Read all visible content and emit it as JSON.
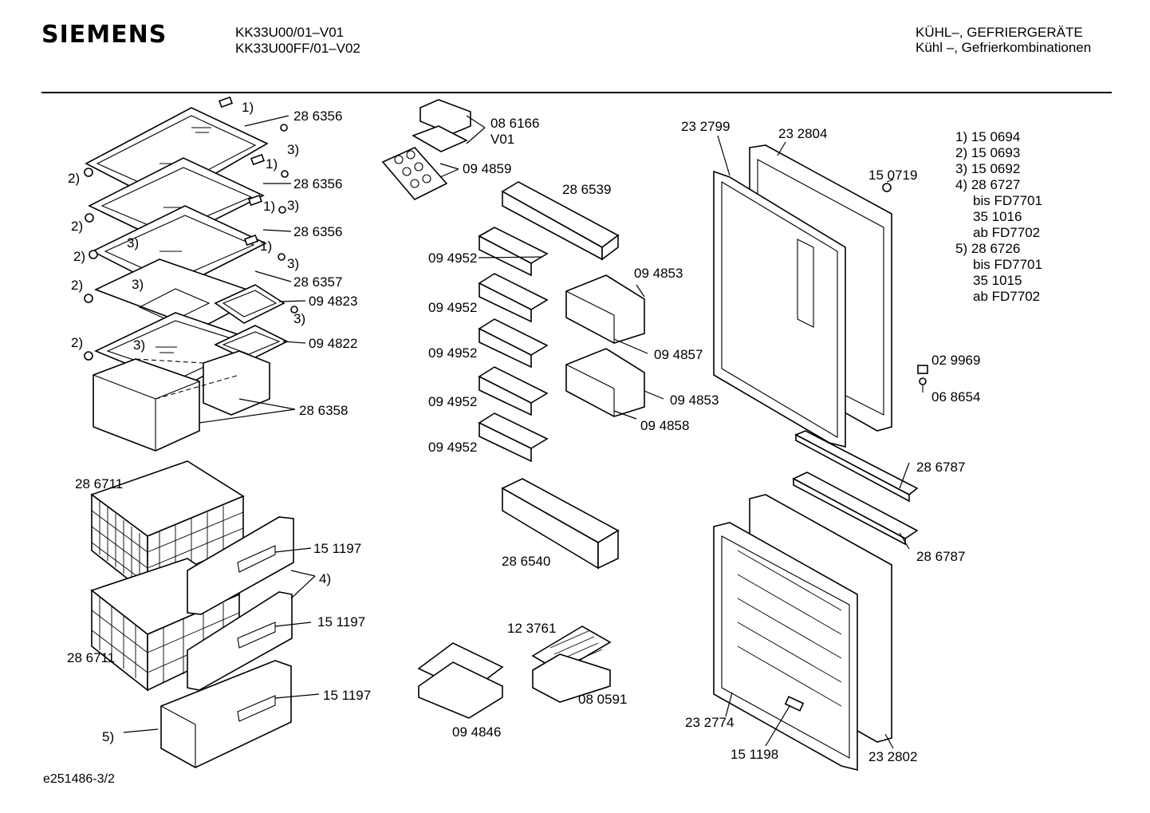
{
  "header": {
    "brand": "SIEMENS",
    "model_lines": [
      "KK33U00/01–V01",
      "KK33U00FF/01–V02"
    ],
    "category_lines": [
      "KÜHL–, GEFRIERGERÄTE",
      "Kühl –, Gefrierkombinationen"
    ]
  },
  "footer": {
    "drawing_id": "e251486-3/2"
  },
  "notes": [
    {
      "text": "1) 15 0694",
      "indent": false
    },
    {
      "text": "2) 15 0693",
      "indent": false
    },
    {
      "text": "3) 15 0692",
      "indent": false
    },
    {
      "text": "4) 28 6727",
      "indent": false
    },
    {
      "text": "bis FD7701",
      "indent": true
    },
    {
      "text": "35 1016",
      "indent": true
    },
    {
      "text": "ab FD7702",
      "indent": true
    },
    {
      "text": "5) 28 6726",
      "indent": false
    },
    {
      "text": "bis FD7701",
      "indent": true
    },
    {
      "text": "35 1015",
      "indent": true
    },
    {
      "text": "ab FD7702",
      "indent": true
    }
  ],
  "part_labels": {
    "shelf_a": "28 6356",
    "shelf_b": "28 6356",
    "shelf_c": "28 6356",
    "shelf_d": "28 6357",
    "tray_upper": "09 4823",
    "tray_lower": "09 4822",
    "crisper": "28 6358",
    "basket_upper": "28 6711",
    "basket_lower": "28 6711",
    "flap_upper": "15 1197",
    "flap_middle": "15 1197",
    "flap_lower": "15 1197",
    "butter_box": "08 6166",
    "butter_variant": "V01",
    "egg_tray": "09 4859",
    "door_shelf_long_top": "28 6539",
    "door_shelf_1": "09 4952",
    "door_shelf_2": "09 4952",
    "door_shelf_3": "09 4952",
    "door_shelf_4": "09 4952",
    "door_shelf_5": "09 4952",
    "bottle_holder_upper": "09 4853",
    "bottle_holder_upper_insert": "09 4857",
    "bottle_holder_lower": "09 4853",
    "bottle_holder_lower_insert": "09 4858",
    "door_shelf_long_bottom": "28 6540",
    "ice_tray": "12 3761",
    "ice_box": "08 0591",
    "cold_packs": "09 4846",
    "gasket_upper": "23 2799",
    "door_upper": "23 2804",
    "plug": "15 0719",
    "cap": "02 9969",
    "screw": "06 8654",
    "trim_upper": "28 6787",
    "trim_lower": "28 6787",
    "gasket_lower": "23 2774",
    "door_lower": "23 2802",
    "handle_plate": "15 1198"
  },
  "callouts": {
    "c1": "1)",
    "c2": "2)",
    "c3": "3)",
    "c4": "4)",
    "c5": "5)"
  }
}
